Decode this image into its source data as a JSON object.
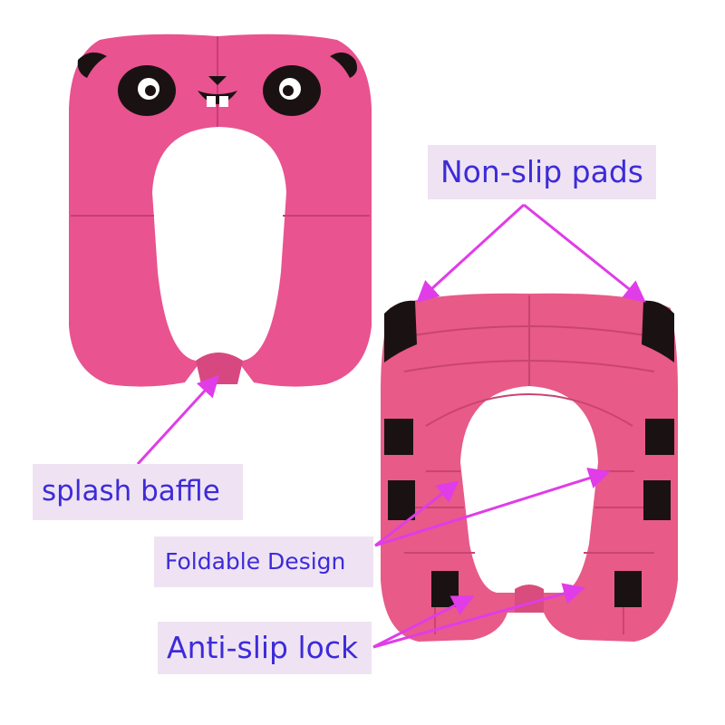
{
  "labels": {
    "non_slip_pads": "Non-slip pads",
    "splash_baffle": "splash baffle",
    "foldable_design": "Foldable Design",
    "anti_slip_lock": "Anti-slip lock"
  },
  "colors": {
    "seat_pink": "#e9538f",
    "seat_pink_dark": "#c93d76",
    "underside_pink": "#e85a88",
    "pad_black": "#1a1212",
    "label_bg": "#efe3f3",
    "label_text": "#3d2bd9",
    "arrow": "#e03ce8"
  }
}
